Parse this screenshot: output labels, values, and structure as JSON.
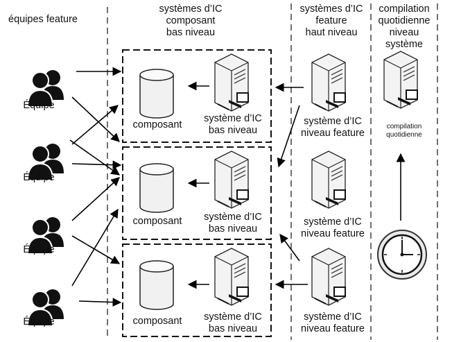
{
  "headers": {
    "teams": "équipes feature",
    "low_level": [
      "systèmes d’IC",
      "composant",
      "bas niveau"
    ],
    "high_level": [
      "systèmes d’IC",
      "feature",
      "haut niveau"
    ],
    "daily": [
      "compilation",
      "quotidienne",
      "niveau",
      "système"
    ]
  },
  "teams": [
    "Équipe",
    "Équipe",
    "Équipe",
    "Équipe"
  ],
  "low_level_rows": [
    {
      "component": "composant",
      "system": [
        "système d’IC",
        "bas niveau"
      ]
    },
    {
      "component": "composant",
      "system": [
        "système d’IC",
        "bas niveau"
      ]
    },
    {
      "component": "composant",
      "system": [
        "système d’IC",
        "bas niveau"
      ]
    }
  ],
  "feature_systems": [
    [
      "système d’IC",
      "niveau feature"
    ],
    [
      "système d’IC",
      "niveau feature"
    ],
    [
      "système d’IC",
      "niveau feature"
    ]
  ],
  "daily_build": {
    "server_label": [
      "compilation",
      "quotidienne"
    ],
    "clock_icon": "clock-icon"
  },
  "icons": {
    "team": "team-people-icon",
    "database": "database-cylinder-icon",
    "server": "server-computer-icon"
  }
}
